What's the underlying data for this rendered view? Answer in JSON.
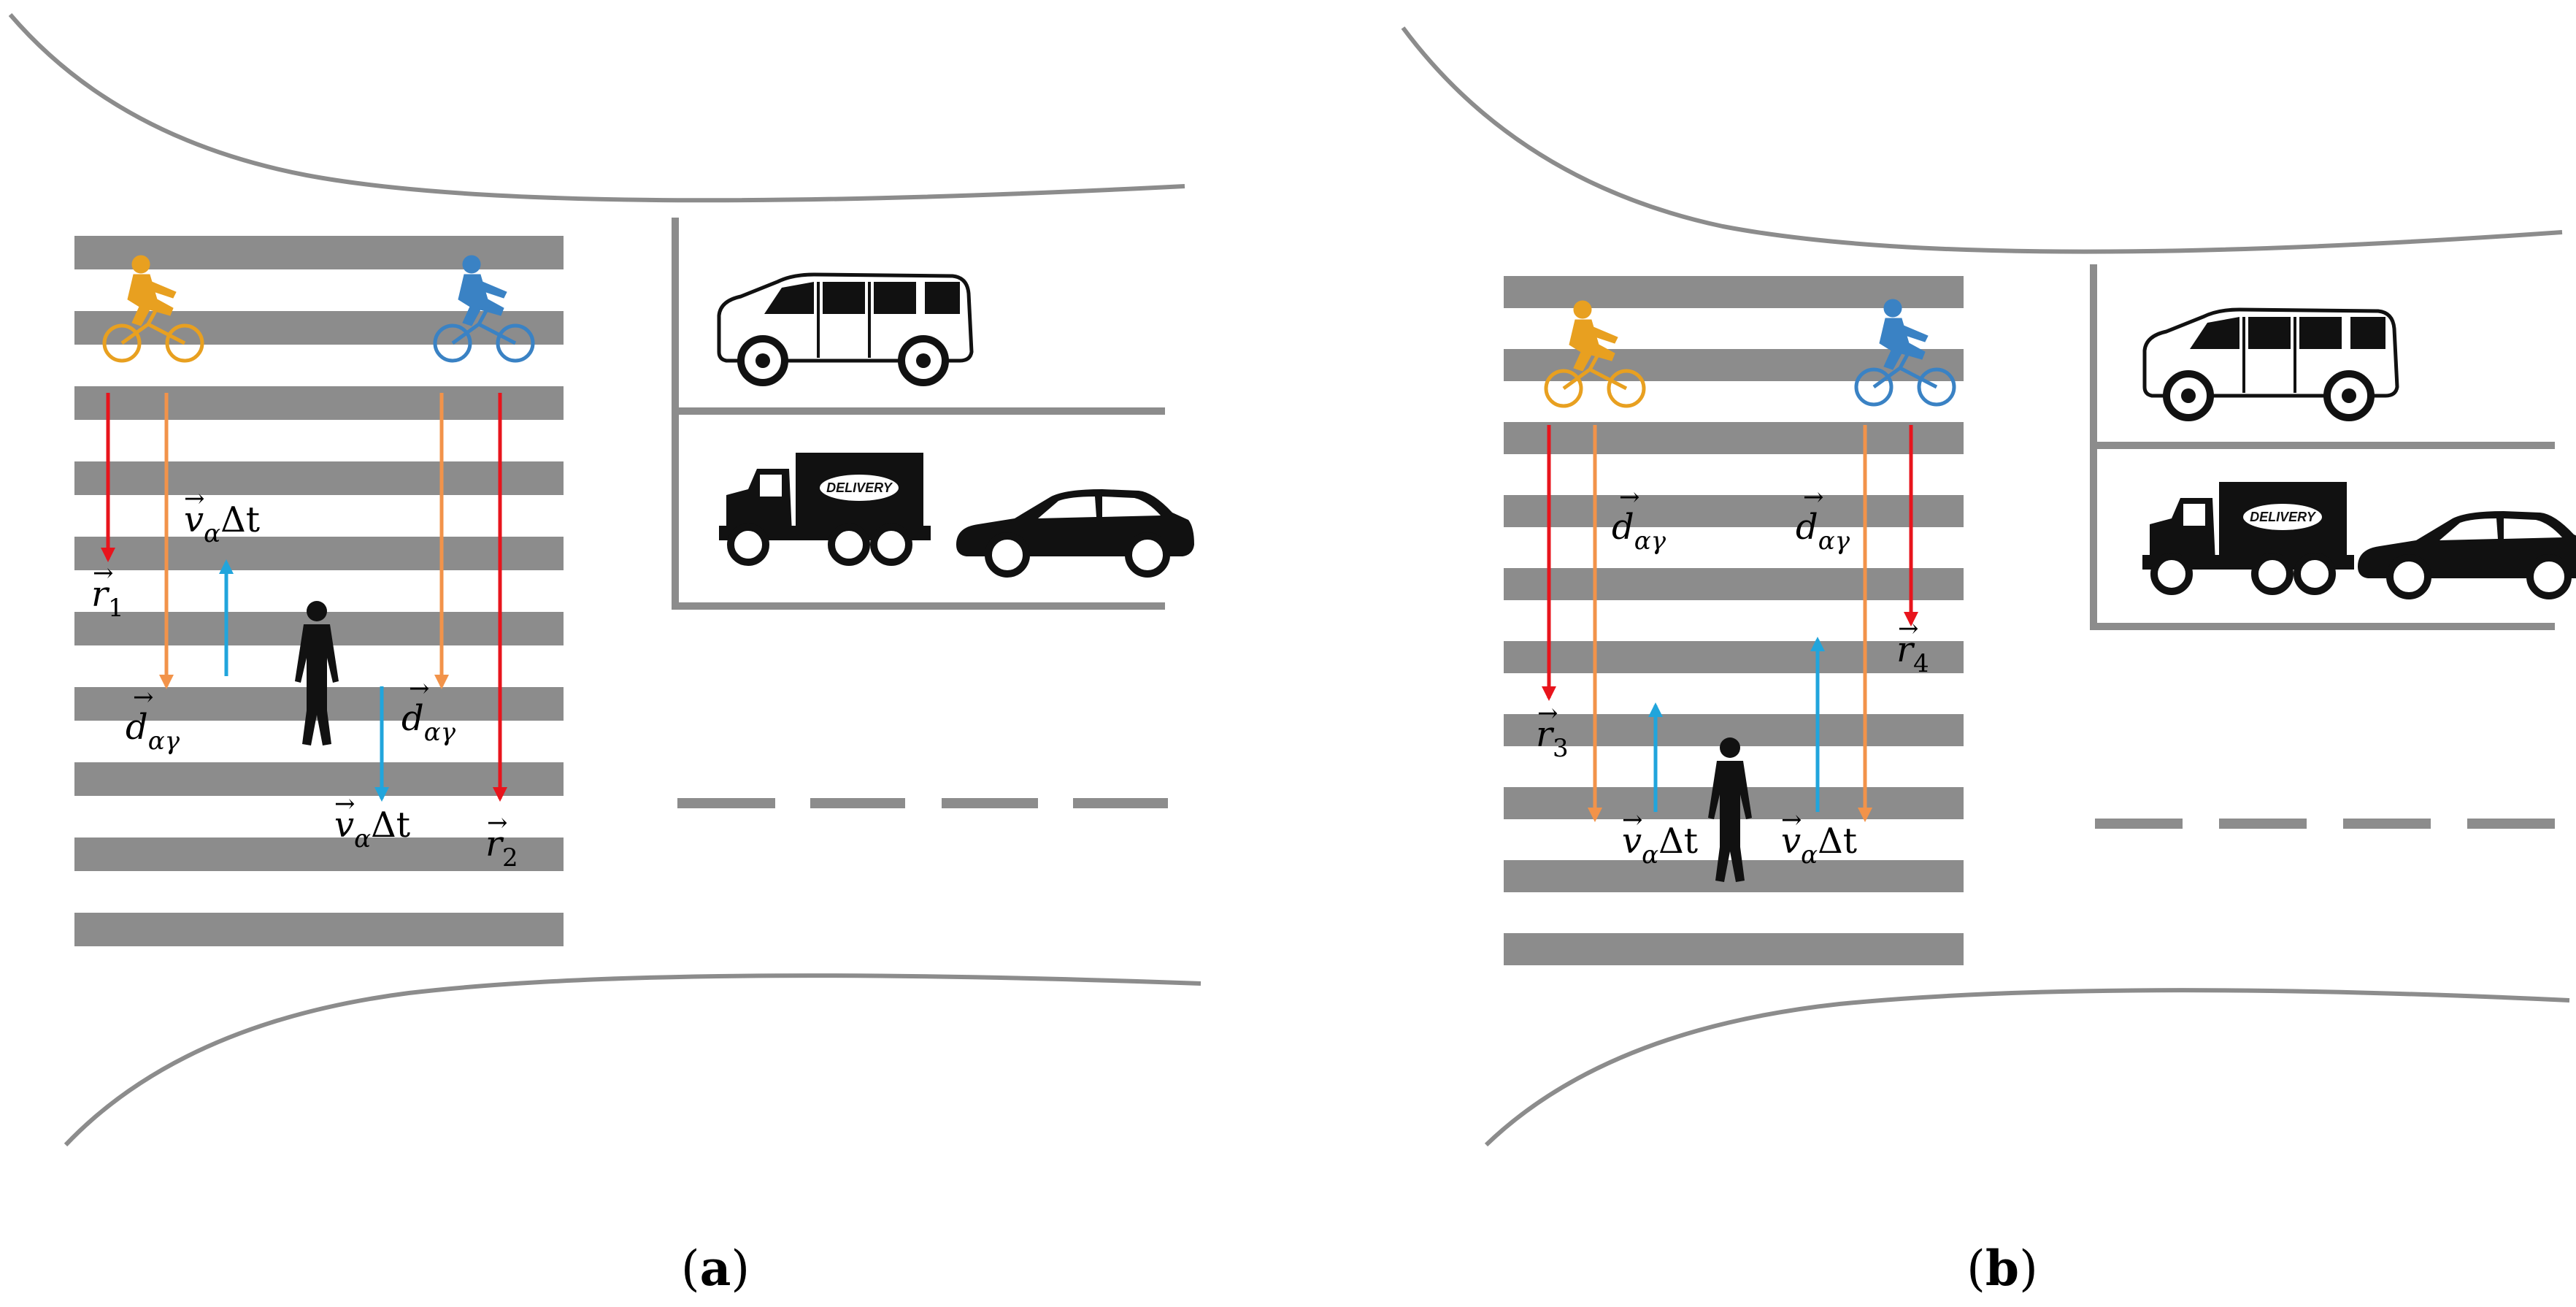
{
  "colors": {
    "stripe": "#8c8c8c",
    "curb": "#8c8c8c",
    "red": "#e8141c",
    "orange": "#f2934a",
    "blue": "#21a5dc",
    "cyclist_orange": "#e8a020",
    "cyclist_blue": "#3a82c4",
    "vehicle": "#111111"
  },
  "panels": [
    {
      "id": "a",
      "caption": {
        "open": "(",
        "letter": "a",
        "close": ")"
      },
      "labels": {
        "r_first": {
          "vec": "r",
          "sub": "1"
        },
        "r_second": {
          "vec": "r",
          "sub": "2"
        },
        "d_first": {
          "vec": "d",
          "sub": "αγ"
        },
        "d_second": {
          "vec": "d",
          "sub": "αγ"
        },
        "v_first": {
          "vec": "v",
          "sub": "α",
          "tail": "Δt"
        },
        "v_second": {
          "vec": "v",
          "sub": "α",
          "tail": "Δt"
        }
      },
      "truck_text": "DELIVERY"
    },
    {
      "id": "b",
      "caption": {
        "open": "(",
        "letter": "b",
        "close": ")"
      },
      "labels": {
        "r_first": {
          "vec": "r",
          "sub": "3"
        },
        "r_second": {
          "vec": "r",
          "sub": "4"
        },
        "d_first": {
          "vec": "d",
          "sub": "αγ"
        },
        "d_second": {
          "vec": "d",
          "sub": "αγ"
        },
        "v_first": {
          "vec": "v",
          "sub": "α",
          "tail": "Δt"
        },
        "v_second": {
          "vec": "v",
          "sub": "α",
          "tail": "Δt"
        }
      },
      "truck_text": "DELIVERY"
    }
  ]
}
